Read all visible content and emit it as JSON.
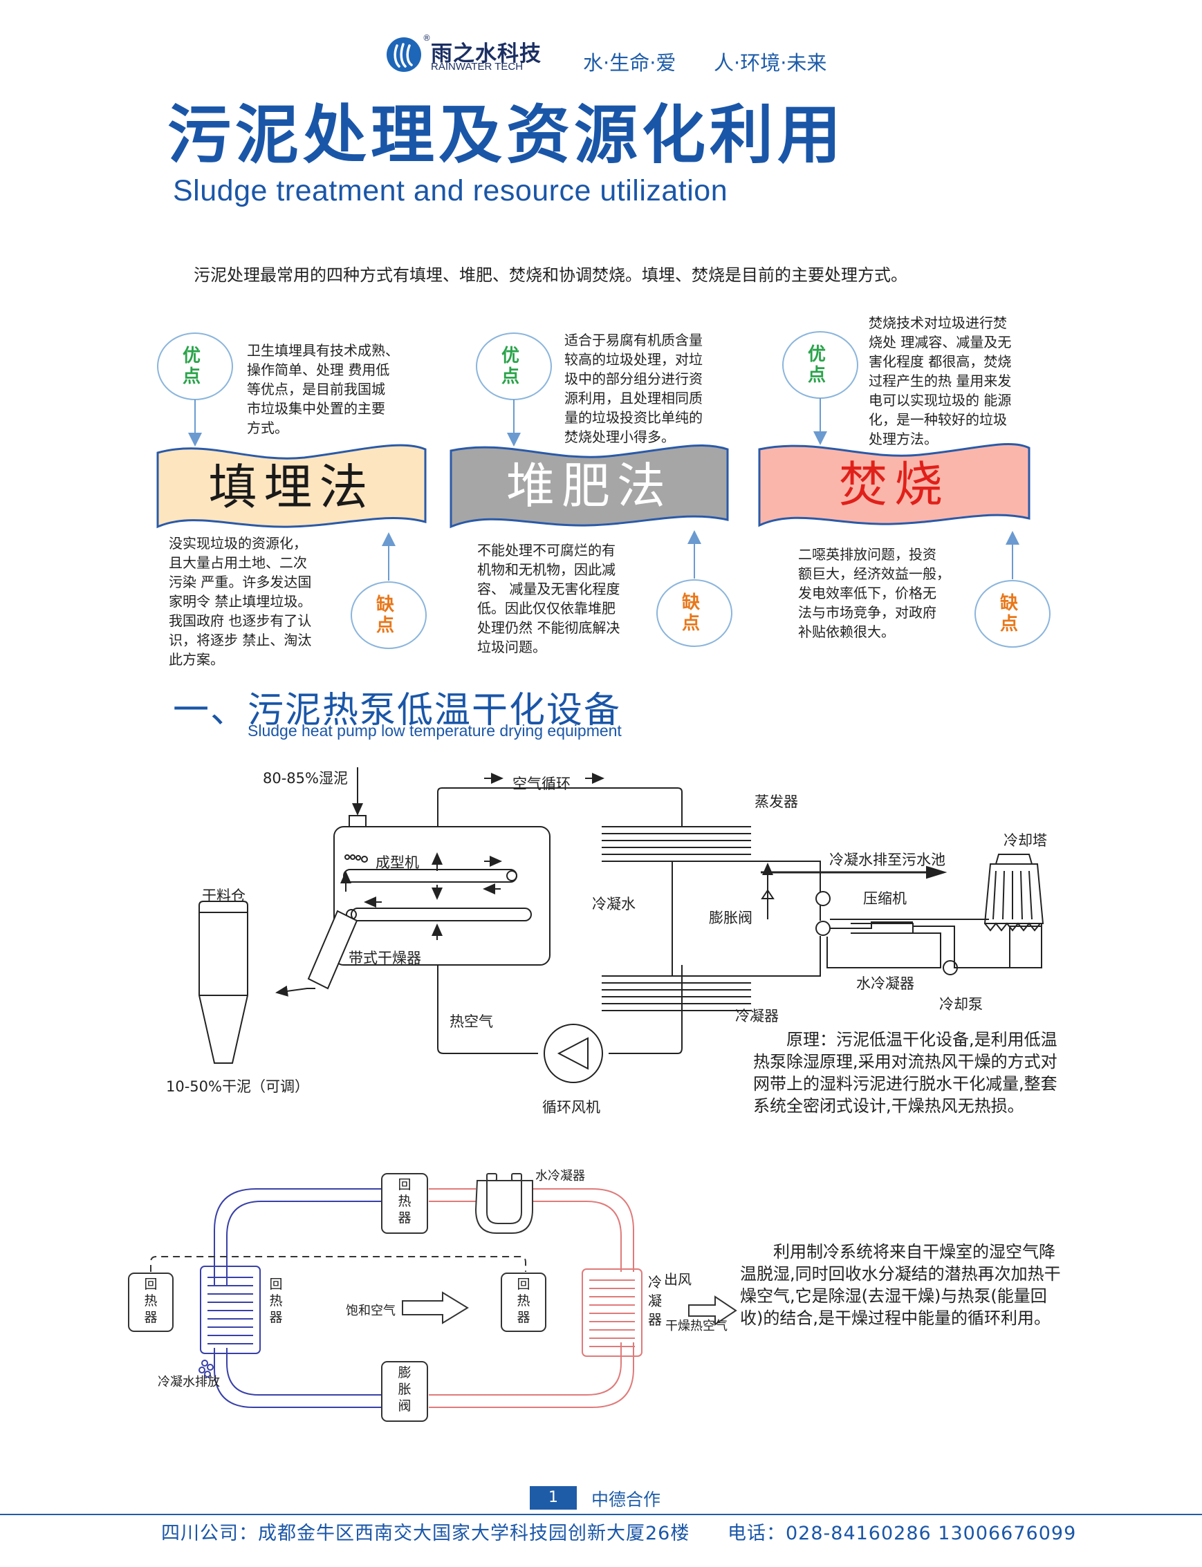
{
  "header": {
    "brand_cn": "雨之水科技",
    "brand_en": "RAINWATER TECH",
    "registered": "®",
    "slogan1": "水·生命·爱",
    "slogan2": "人·环境·未来"
  },
  "title": {
    "cn": "污泥处理及资源化利用",
    "en": "Sludge treatment and resource utilization"
  },
  "intro": "污泥处理最常用的四种方式有填埋、堆肥、焚烧和协调焚烧。填埋、焚烧是目前的主要处理方式。",
  "labels": {
    "advantage": [
      "优",
      "点"
    ],
    "disadvantage": [
      "缺",
      "点"
    ]
  },
  "methods": [
    {
      "name": "填埋法",
      "pros": [
        "卫生填埋具有技术成熟、",
        "操作简单、处理 费用低",
        "等优点，是目前我国城",
        "市垃圾集中处置的主要",
        "方式。"
      ],
      "cons": [
        "没实现垃圾的资源化，",
        "且大量占用土地、二次",
        "污染 严重。许多发达国",
        "家明令 禁止填埋垃圾。",
        "我国政府 也逐步有了认",
        "识，将逐步 禁止、淘汰",
        "此方案。"
      ],
      "fill": "#fde5bf",
      "text_color": "#1a1a1a"
    },
    {
      "name": "堆肥法",
      "pros": [
        "适合于易腐有机质含量",
        "较高的垃圾处理，对垃",
        "圾中的部分组分进行资",
        "源利用，且处理相同质",
        "量的垃圾投资比单纯的",
        "焚烧处理小得多。"
      ],
      "cons": [
        "不能处理不可腐烂的有",
        "机物和无机物，因此减",
        "容、 减量及无害化程度",
        "低。因此仅仅依靠堆肥",
        "处理仍然 不能彻底解决",
        "垃圾问题。"
      ],
      "fill": "#a6a6a6",
      "text_color": "#ffffff"
    },
    {
      "name": "焚烧",
      "pros": [
        "焚烧技术对垃圾进行焚",
        "烧处 理减容、减量及无",
        "害化程度 都很高，焚烧",
        "过程产生的热 量用来发",
        "电可以实现垃圾的 能源",
        "化，是一种较好的垃圾",
        "处理方法。"
      ],
      "cons": [
        "二噁英排放问题，投资",
        "额巨大，经济效益一般，",
        "发电效率低下，价格无",
        "法与市场竞争，对政府",
        "补贴依赖很大。"
      ],
      "fill": "#fbb6ab",
      "text_color": "#e0201a"
    }
  ],
  "section1": {
    "title": "一、污泥热泵低温干化设备",
    "en": "Sludge heat pump low temperature drying equipment"
  },
  "diagram1": {
    "wet_sludge": "80-85%湿泥",
    "air_cycle": "空气循环",
    "evaporator": "蒸发器",
    "cooling_tower": "冷却塔",
    "forming_machine": "成型机",
    "condensate_drain": "冷凝水排至污水池",
    "dry_silo": "干料仓",
    "condensed_water": "冷凝水",
    "expansion_valve": "膨胀阀",
    "compressor": "压缩机",
    "belt_dryer": "带式干燥器",
    "water_condenser": "水冷凝器",
    "cooling_pump": "冷却泵",
    "condenser": "冷凝器",
    "hot_air": "热空气",
    "dry_sludge": "10-50%干泥（可调）",
    "circ_fan": "循环风机"
  },
  "principle": "原理：污泥低温干化设备,是利用低温热泵除湿原理,采用对流热风干燥的方式对网带上的湿料污泥进行脱水干化减量,整套系统全密闭式设计,干燥热风无热损。",
  "diagram2": {
    "water_condenser": "水冷凝器",
    "reheater": [
      "回",
      "热",
      "器"
    ],
    "saturated_air": "饱和空气",
    "outlet_air": "出风",
    "condenser_v": [
      "冷",
      "凝",
      "器"
    ],
    "dry_hot_air": "干燥热空气",
    "condensate_discharge": "冷凝水排放",
    "expansion_valve_v": [
      "膨",
      "胀",
      "阀"
    ]
  },
  "principle2": "利用制冷系统将来自干燥室的湿空气降温脱湿,同时回收水分凝结的潜热再次加热干燥空气,它是除湿(去湿干燥)与热泵(能量回收)的结合,是干燥过程中能量的循环利用。",
  "footer": {
    "page": "1",
    "partner": "中德合作",
    "address": "四川公司：成都金牛区西南交大国家大学科技园创新大厦26楼",
    "phone": "电话：028-84160286  13006676099"
  },
  "colors": {
    "brand_blue": "#1a56a8",
    "accent_blue": "#1e5ca8",
    "adv_green": "#2aa34a",
    "dis_orange": "#e8771a",
    "circle_border": "#8bb5dc",
    "hot_red": "#e07a7a",
    "cold_blue": "#3840a8"
  }
}
